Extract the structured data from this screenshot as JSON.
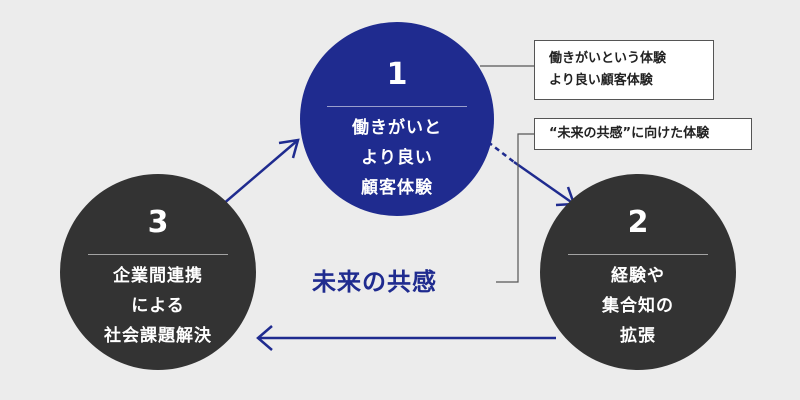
{
  "diagram": {
    "center_title": "未来の共感",
    "nodes": [
      {
        "number": "1",
        "label": "働きがいと\nより良い\n顧客体験",
        "color": "#1f2b8f"
      },
      {
        "number": "2",
        "label": "経験や\n集合知の\n拡張",
        "color": "#333333"
      },
      {
        "number": "3",
        "label": "企業間連携\nによる\n社会課題解決",
        "color": "#333333"
      }
    ],
    "callouts": [
      {
        "text": "働きがいという体験\nより良い顧客体験"
      },
      {
        "text": "“未来の共感”に向けた体験"
      }
    ],
    "colors": {
      "accent": "#1f2b8f",
      "dark": "#333333",
      "background": "#ececec"
    }
  }
}
